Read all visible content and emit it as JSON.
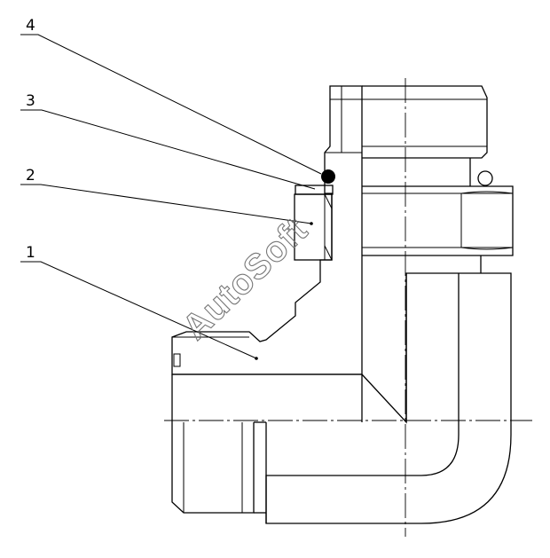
{
  "labels": [
    {
      "id": "4",
      "text": "4"
    },
    {
      "id": "3",
      "text": "3"
    },
    {
      "id": "2",
      "text": "2"
    },
    {
      "id": "1",
      "text": "1"
    }
  ],
  "watermark": "AutoSoft"
}
